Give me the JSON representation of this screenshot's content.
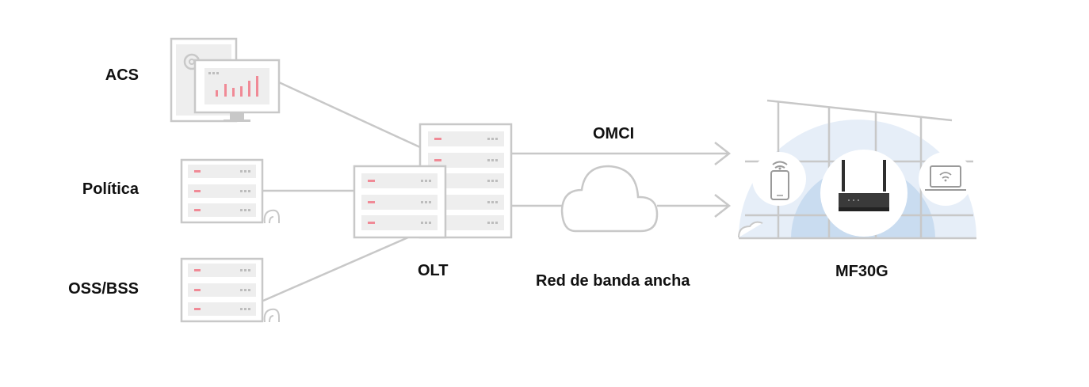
{
  "labels": {
    "acs": "ACS",
    "politica": "Política",
    "oss_bss": "OSS/BSS",
    "olt": "OLT",
    "omci": "OMCI",
    "broadband": "Red de banda ancha",
    "device": "MF30G"
  },
  "colors": {
    "line": "#c8c8c8",
    "panel": "#eeeeee",
    "accent": "#f08a96",
    "dots": "#bdbdbd",
    "halo_outer": "#e6eef8",
    "halo_inner": "#c9dcf0",
    "label": "#111111"
  },
  "icons": {
    "acs": "monitor-with-gear-icon",
    "server": "server-rack-icon",
    "cloud": "cloud-icon",
    "phone": "smartphone-wifi-icon",
    "laptop": "laptop-wifi-icon",
    "router": "router-icon",
    "house": "house-outline-icon"
  }
}
